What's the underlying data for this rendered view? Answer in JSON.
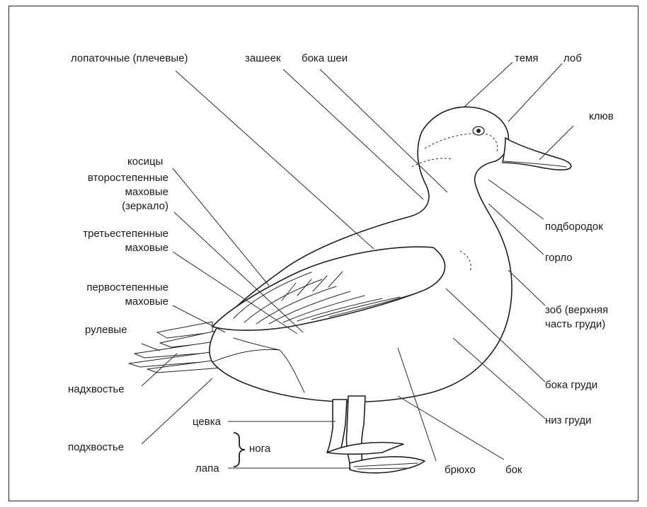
{
  "labels": {
    "scapulars": "лопаточные (плечевые)",
    "nape": "зашеек",
    "neck_sides": "бока шеи",
    "crown": "темя",
    "forehead": "лоб",
    "bill": "клюв",
    "tertial_coverts": "косицы",
    "secondaries_1": "второстепенные",
    "secondaries_2": "маховые",
    "secondaries_3": "(зеркало)",
    "tertials_1": "третьестепенные",
    "tertials_2": "маховые",
    "primaries_1": "первостепенные",
    "primaries_2": "маховые",
    "rectrices": "рулевые",
    "uppertail": "надхвостье",
    "undertail": "подхвостье",
    "chin": "подбородок",
    "throat": "горло",
    "crop_1": "зоб (верхняя",
    "crop_2": "часть груди)",
    "breast_sides": "бока груди",
    "lower_breast": "низ груди",
    "tarsus": "цевка",
    "leg": "нога",
    "foot": "лапа",
    "belly": "брюхо",
    "flank": "бок"
  }
}
